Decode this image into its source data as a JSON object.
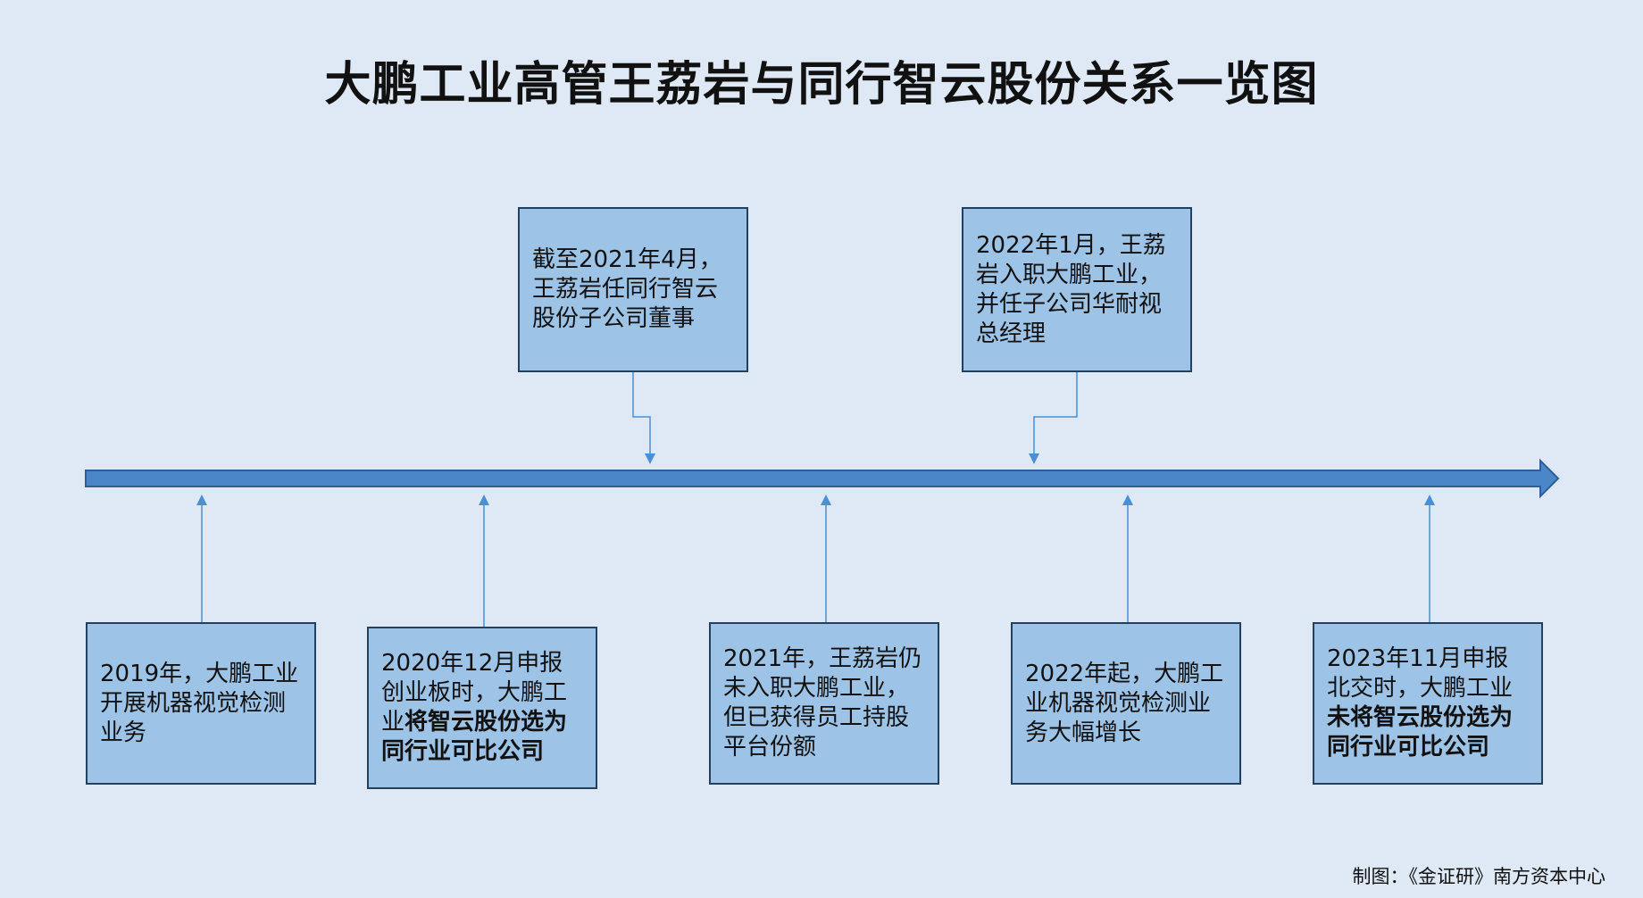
{
  "title": "大鹏工业高管王荔岩与同行智云股份关系一览图",
  "colors": {
    "background": "#dee9f5",
    "box_fill": "#9dc3e6",
    "box_border": "#22405f",
    "timeline": "#4a86c8"
  },
  "top_events": [
    {
      "text": "截至2021年4月，王荔岩任同行智云股份子公司董事"
    },
    {
      "text": "2022年1月，王荔岩入职大鹏工业，并任子公司华耐视总经理"
    }
  ],
  "bottom_events": [
    {
      "text": "2019年，大鹏工业开展机器视觉检测业务",
      "bold": ""
    },
    {
      "text": "2020年12月申报创业板时，大鹏工业",
      "bold": "将智云股份选为同行业可比公司"
    },
    {
      "text": "2021年，王荔岩仍未入职大鹏工业，但已获得员工持股平台份额",
      "bold": ""
    },
    {
      "text": "2022年起，大鹏工业机器视觉检测业务大幅增长",
      "bold": ""
    },
    {
      "text": "2023年11月申报北交时，大鹏工业",
      "bold": "未将智云股份选为同行业可比公司"
    }
  ],
  "footer": "制图：《金证研》南方资本中心"
}
